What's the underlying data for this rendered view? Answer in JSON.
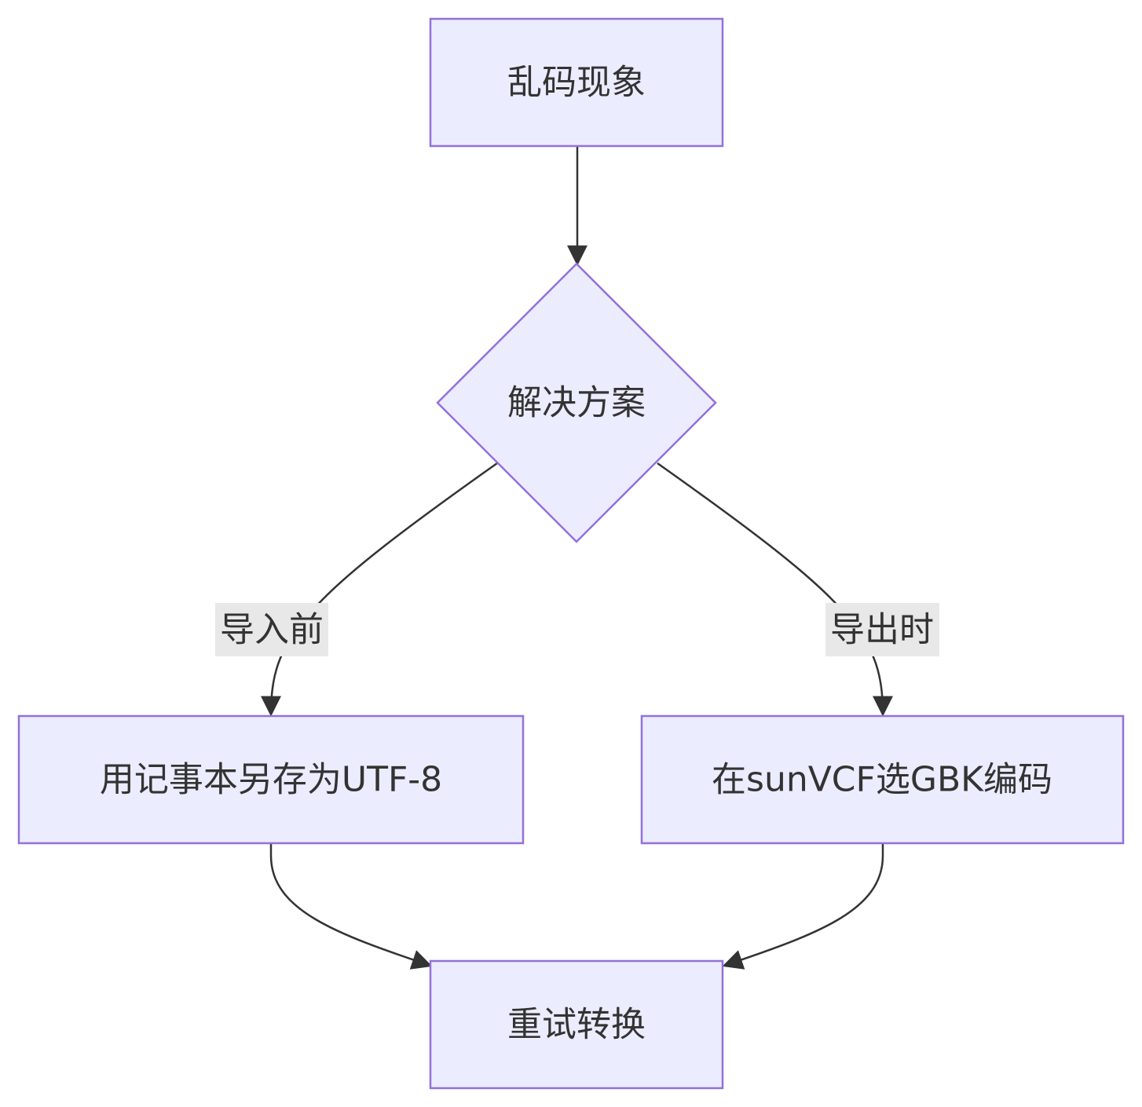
{
  "nodes": {
    "symptom": {
      "label": "乱码现象"
    },
    "solution": {
      "label": "解决方案"
    },
    "notepad_utf8": {
      "label": "用记事本另存为UTF-8"
    },
    "sunvcf_gbk": {
      "label": "在sunVCF选GBK编码"
    },
    "retry": {
      "label": "重试转换"
    }
  },
  "edges": {
    "before_import": {
      "label": "导入前"
    },
    "on_export": {
      "label": "导出时"
    }
  },
  "colors": {
    "node_fill": "#ECECFF",
    "node_stroke": "#9370DB",
    "edge": "#333333",
    "edge_label_bg": "#E8E8E8",
    "text": "#333333"
  }
}
